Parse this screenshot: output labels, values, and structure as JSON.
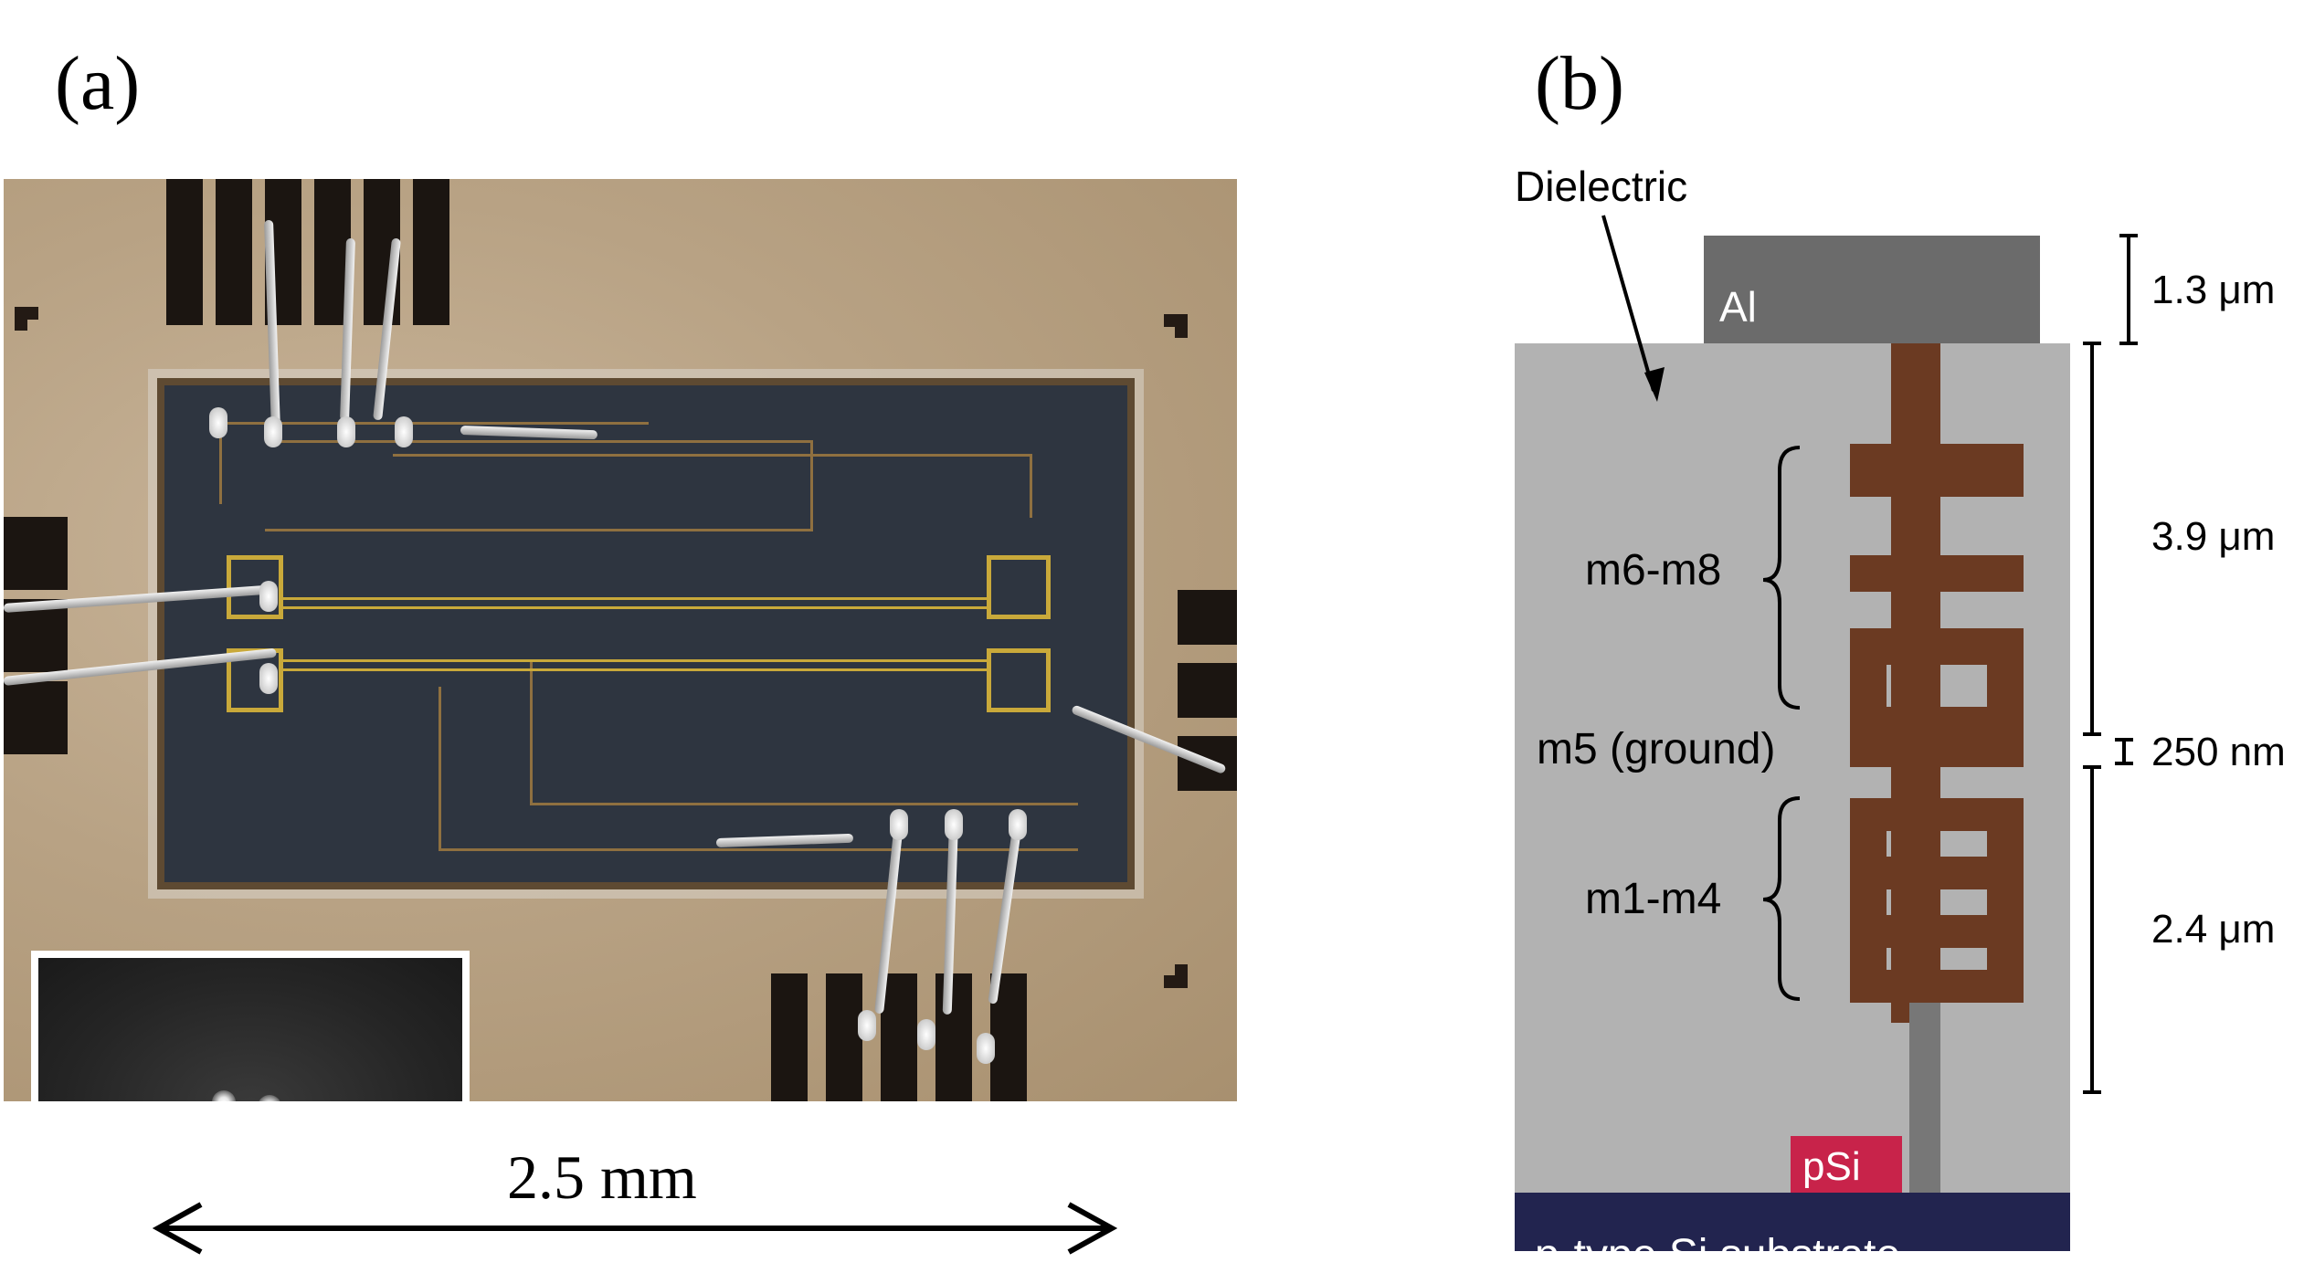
{
  "panel_a": {
    "label": "(a)",
    "scale_text": "2.5 mm"
  },
  "panel_b": {
    "label": "(b)",
    "dielectric_label": "Dielectric",
    "al_label": "Al",
    "layer_labels": {
      "m6_m8": "m6-m8",
      "m5": "m5 (ground)",
      "m1_m4": "m1-m4",
      "psi": "pSi",
      "substrate": "p-type Si substrate"
    },
    "dimensions": {
      "al": "1.3 μm",
      "upper": "3.9 μm",
      "gap": "250 nm",
      "lower": "2.4 μm"
    },
    "colors": {
      "dielectric": "#b2b2b2",
      "al": "#6b6b6b",
      "metal": "#6b3a22",
      "psi": "#c8234a",
      "substrate": "#22244f"
    }
  }
}
